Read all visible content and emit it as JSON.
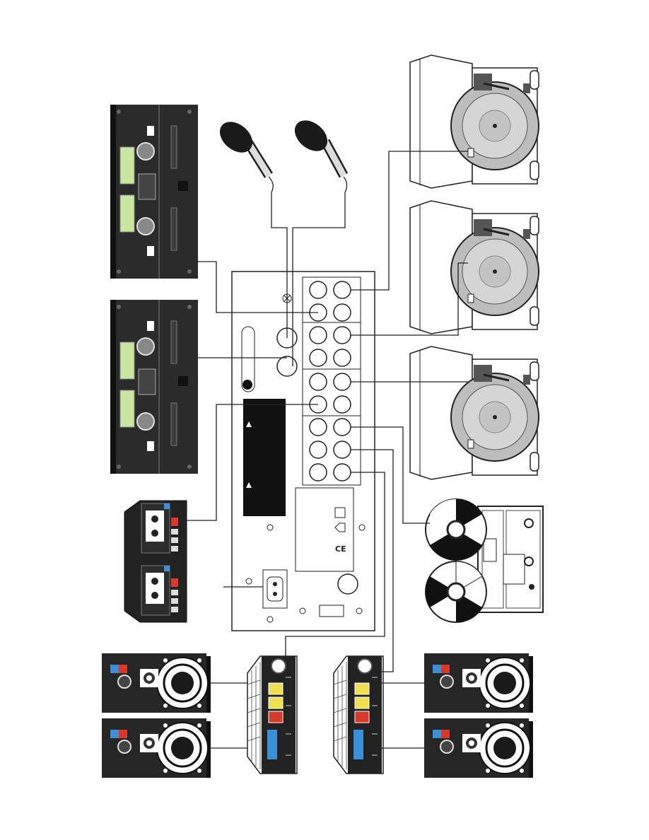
{
  "diagram": {
    "devices": [
      {
        "id": "cd-player-1",
        "icon": "dual-cd-player-icon"
      },
      {
        "id": "cd-player-2",
        "icon": "dual-cd-player-icon"
      },
      {
        "id": "cassette-deck",
        "icon": "cassette-deck-icon"
      },
      {
        "id": "microphone-1",
        "icon": "microphone-icon"
      },
      {
        "id": "microphone-2",
        "icon": "microphone-icon"
      },
      {
        "id": "turntable-1",
        "icon": "turntable-icon"
      },
      {
        "id": "turntable-2",
        "icon": "turntable-icon"
      },
      {
        "id": "turntable-3",
        "icon": "turntable-icon"
      },
      {
        "id": "reel-to-reel",
        "icon": "reel-to-reel-icon"
      },
      {
        "id": "amplifier-1",
        "icon": "amplifier-icon"
      },
      {
        "id": "amplifier-2",
        "icon": "amplifier-icon"
      },
      {
        "id": "speaker-1",
        "icon": "speaker-icon"
      },
      {
        "id": "speaker-2",
        "icon": "speaker-icon"
      },
      {
        "id": "speaker-3",
        "icon": "speaker-icon"
      },
      {
        "id": "speaker-4",
        "icon": "speaker-icon"
      },
      {
        "id": "mixer-rear-panel",
        "icon": "mixer-panel-icon"
      },
      {
        "id": "power-cord",
        "icon": "plug-icon"
      }
    ],
    "panel_marks": [
      "CE"
    ],
    "colors": {
      "line": "#222222",
      "lcd": "#c8e6a0",
      "device": "#2a2a2a",
      "accent_blue": "#3a8fd6",
      "accent_red": "#d9392b"
    }
  }
}
